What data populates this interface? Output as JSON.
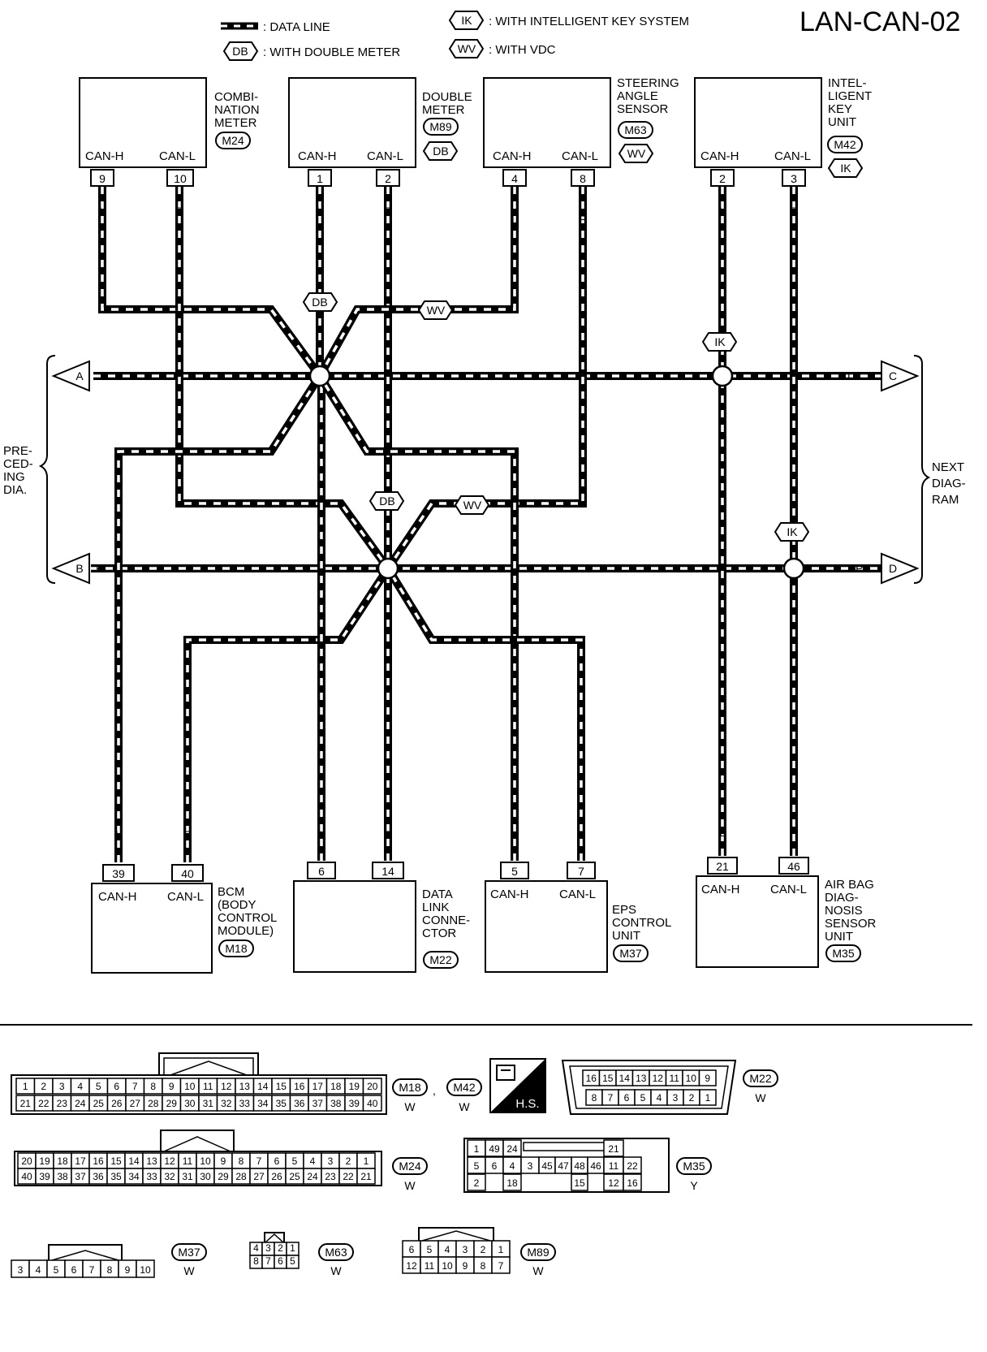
{
  "title": "LAN-CAN-02",
  "legend": {
    "data_line": ": DATA LINE",
    "db": {
      "code": "DB",
      "text": ": WITH DOUBLE METER"
    },
    "ik": {
      "code": "IK",
      "text": ": WITH INTELLIGENT KEY SYSTEM"
    },
    "wv": {
      "code": "WV",
      "text": ": WITH VDC"
    }
  },
  "units": {
    "combination_meter": {
      "name": [
        "COMBI-",
        "NATION",
        "METER"
      ],
      "connector": "M24",
      "can_h": "CAN-H",
      "can_l": "CAN-L",
      "pin_h": "9",
      "pin_l": "10",
      "wire_h": "L",
      "wire_l": "P"
    },
    "double_meter": {
      "name": [
        "DOUBLE",
        "METER"
      ],
      "connector": "M89",
      "option": "DB",
      "can_h": "CAN-H",
      "can_l": "CAN-L",
      "pin_h": "1",
      "pin_l": "2",
      "wire_h": "L",
      "wire_l": "P"
    },
    "steering_angle_sensor": {
      "name": [
        "STEERING",
        "ANGLE",
        "SENSOR"
      ],
      "connector": "M63",
      "option": "WV",
      "can_h": "CAN-H",
      "can_l": "CAN-L",
      "pin_h": "4",
      "pin_l": "8",
      "wire_h": "L",
      "wire_l": "P"
    },
    "intelligent_key_unit": {
      "name": [
        "INTEL-",
        "LIGENT",
        "KEY",
        "UNIT"
      ],
      "connector": "M42",
      "option": "IK",
      "can_h": "CAN-H",
      "can_l": "CAN-L",
      "pin_h": "2",
      "pin_l": "3",
      "wire_h": "L",
      "wire_l": "P"
    },
    "bcm": {
      "name": [
        "BCM",
        "(BODY",
        "CONTROL",
        "MODULE)"
      ],
      "connector": "M18",
      "can_h": "CAN-H",
      "can_l": "CAN-L",
      "pin_h": "39",
      "pin_l": "40",
      "wire_h": "L",
      "wire_l": "P"
    },
    "data_link_connector": {
      "name": [
        "DATA",
        "LINK",
        "CONNE-",
        "CTOR"
      ],
      "connector": "M22",
      "pin_h": "6",
      "pin_l": "14",
      "wire_h": "L",
      "wire_l": "P"
    },
    "eps_control_unit": {
      "name": [
        "EPS",
        "CONTROL",
        "UNIT"
      ],
      "connector": "M37",
      "can_h": "CAN-H",
      "can_l": "CAN-L",
      "pin_h": "5",
      "pin_l": "7",
      "wire_h": "L",
      "wire_l": "P"
    },
    "air_bag_unit": {
      "name": [
        "AIR BAG",
        "DIAG-",
        "NOSIS",
        "SENSOR",
        "UNIT"
      ],
      "connector": "M35",
      "can_h": "CAN-H",
      "can_l": "CAN-L",
      "pin_h": "21",
      "pin_l": "46",
      "wire_h": "L",
      "wire_l": "P"
    }
  },
  "splices": {
    "upper_option": "DB",
    "lower_option": "DB",
    "upper_wv": "WV",
    "lower_wv": "WV",
    "ik_upper": "IK",
    "ik_lower": "IK"
  },
  "edges": {
    "preceding": {
      "label": [
        "PRE-",
        "CED-",
        "ING",
        "DIA."
      ],
      "a": "A",
      "b": "B",
      "wire_a": "L",
      "wire_b": "P"
    },
    "next": {
      "label": [
        "NEXT",
        "DIAG-",
        "RAM"
      ],
      "c": "C",
      "d": "D",
      "wire_c": "L",
      "wire_d": "P"
    }
  },
  "connector_faces": {
    "m18_top": [
      "1",
      "2",
      "3",
      "4",
      "5",
      "6",
      "7",
      "8",
      "9",
      "10",
      "11",
      "12",
      "13",
      "14",
      "15",
      "16",
      "17",
      "18",
      "19",
      "20"
    ],
    "m18_bottom": [
      "21",
      "22",
      "23",
      "24",
      "25",
      "26",
      "27",
      "28",
      "29",
      "30",
      "31",
      "32",
      "33",
      "34",
      "35",
      "36",
      "37",
      "38",
      "39",
      "40"
    ],
    "m18_tags": {
      "a": "M18",
      "sep": ",",
      "b": "M42",
      "color_a": "W",
      "color_b": "W"
    },
    "hs": "H.S.",
    "m22_top": [
      "16",
      "15",
      "14",
      "13",
      "12",
      "11",
      "10",
      "9"
    ],
    "m22_bottom": [
      "8",
      "7",
      "6",
      "5",
      "4",
      "3",
      "2",
      "1"
    ],
    "m22_tag": {
      "code": "M22",
      "color": "W"
    },
    "m24_top": [
      "20",
      "19",
      "18",
      "17",
      "16",
      "15",
      "14",
      "13",
      "12",
      "11",
      "10",
      "9",
      "8",
      "7",
      "6",
      "5",
      "4",
      "3",
      "2",
      "1"
    ],
    "m24_bottom": [
      "40",
      "39",
      "38",
      "37",
      "36",
      "35",
      "34",
      "33",
      "32",
      "31",
      "30",
      "29",
      "28",
      "27",
      "26",
      "25",
      "24",
      "23",
      "22",
      "21"
    ],
    "m24_tag": {
      "code": "M24",
      "color": "W"
    },
    "m35_rows": [
      [
        "1",
        "49",
        "24",
        "",
        "",
        "",
        "",
        "",
        "21",
        ""
      ],
      [
        "5",
        "6",
        "4",
        "3",
        "45",
        "47",
        "48",
        "46",
        "11",
        "22"
      ],
      [
        "2",
        "",
        "18",
        "",
        "",
        "",
        "15",
        "",
        "12",
        "16"
      ]
    ],
    "m35_tag": {
      "code": "M35",
      "color": "Y"
    },
    "m37_row": [
      "3",
      "4",
      "5",
      "6",
      "7",
      "8",
      "9",
      "10"
    ],
    "m37_tag": {
      "code": "M37",
      "color": "W"
    },
    "m63_top": [
      "4",
      "3",
      "2",
      "1"
    ],
    "m63_bottom": [
      "8",
      "7",
      "6",
      "5"
    ],
    "m63_tag": {
      "code": "M63",
      "color": "W"
    },
    "m89_top": [
      "6",
      "5",
      "4",
      "3",
      "2",
      "1"
    ],
    "m89_bottom": [
      "12",
      "11",
      "10",
      "9",
      "8",
      "7"
    ],
    "m89_tag": {
      "code": "M89",
      "color": "W"
    }
  }
}
